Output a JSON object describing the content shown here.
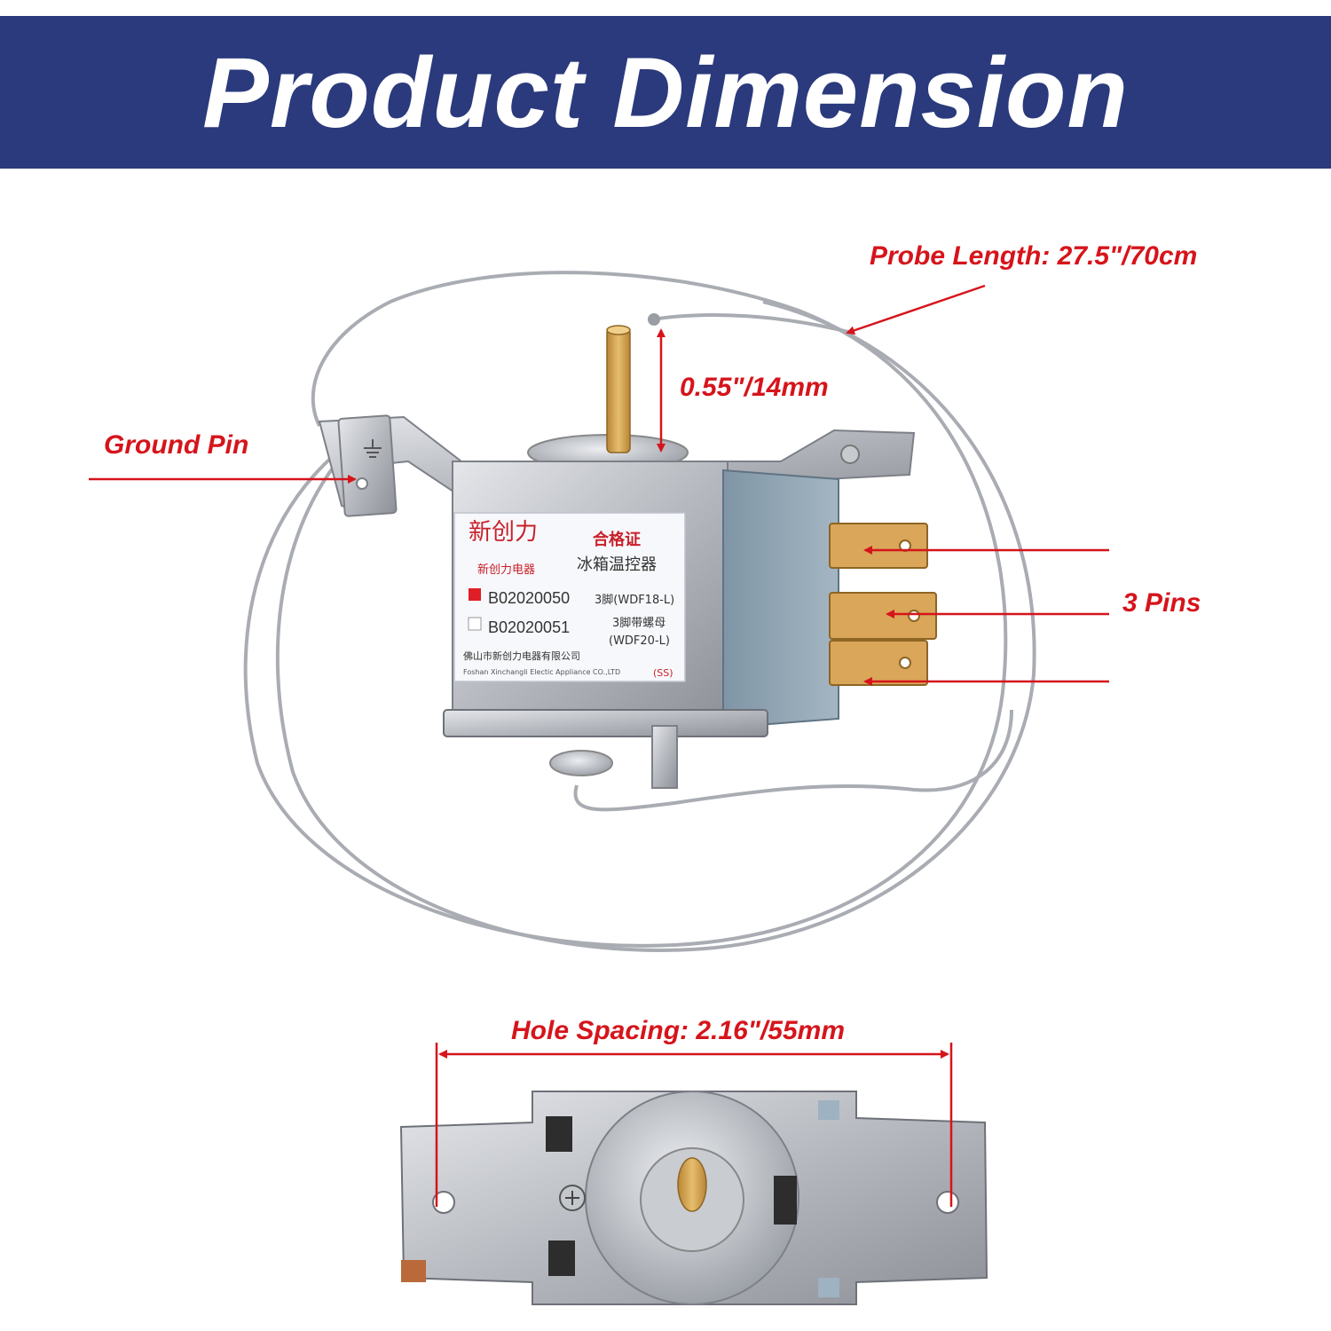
{
  "header": {
    "title": "Product Dimension"
  },
  "callouts": {
    "probe_length": "Probe Length: 27.5\"/70cm",
    "shaft_height": "0.55\"/14mm",
    "ground_pin": "Ground Pin",
    "pins": "3 Pins",
    "hole_spacing": "Hole Spacing: 2.16\"/55mm"
  },
  "label": {
    "brand_cn": "新创力电器",
    "cert": "合格证",
    "product_cn": "冰箱温控器",
    "model_1": "B02020050",
    "model_1_desc": "3脚(WDF18-L)",
    "model_2": "B02020051",
    "model_2_desc_1": "3脚带螺母",
    "model_2_desc_2": "(WDF20-L)",
    "company_cn": "佛山市新创力电器有限公司",
    "company_en": "Foshan Xinchangli Electic Appliance CO.,LTD",
    "ss": "(SS)"
  },
  "colors": {
    "banner": "#2b3a7c",
    "accent_red": "#d6141b",
    "metal": "#b9bcc2",
    "housing_blue": "#8fa3b2",
    "brass": "#d2a04a"
  },
  "icons": [
    "ground-symbol-icon",
    "arrow-icon"
  ]
}
